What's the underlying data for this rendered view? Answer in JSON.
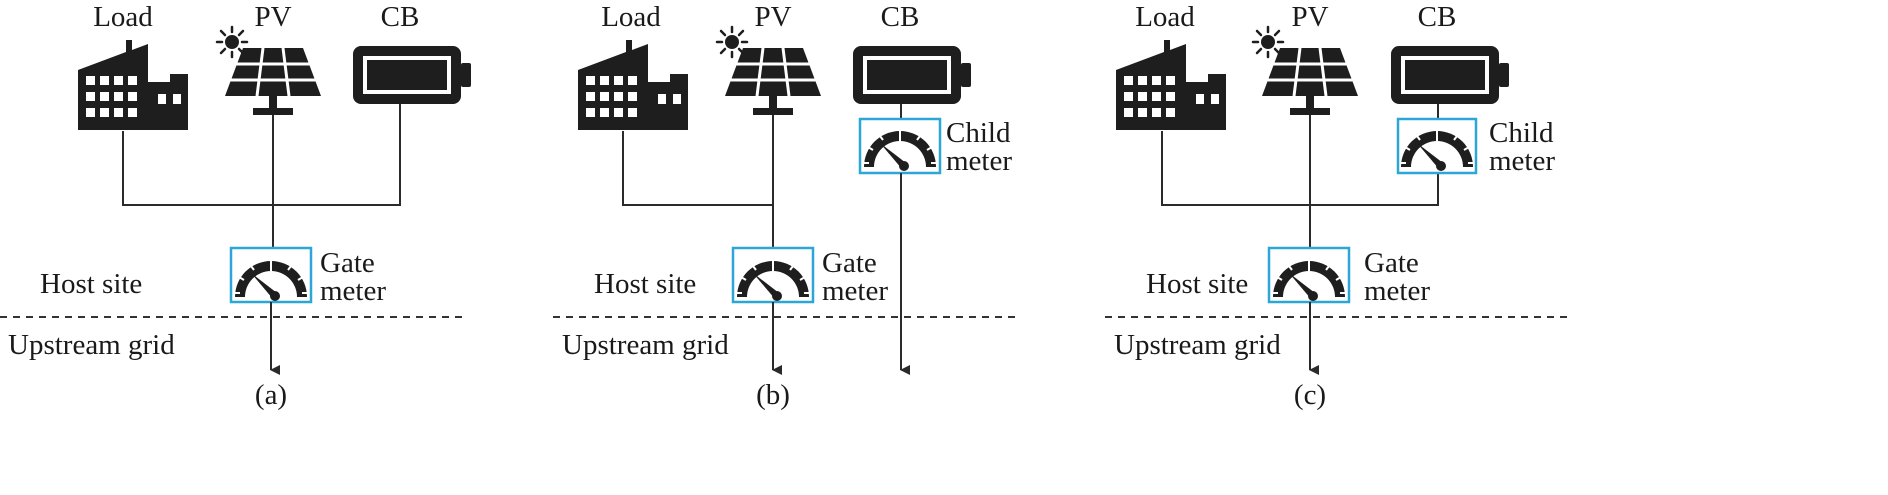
{
  "panels": [
    {
      "caption": "(a)",
      "load_label": "Load",
      "pv_label": "PV",
      "cb_label": "CB",
      "host_label": "Host site",
      "grid_label": "Upstream grid",
      "gate_meter": [
        "Gate",
        "meter"
      ]
    },
    {
      "caption": "(b)",
      "load_label": "Load",
      "pv_label": "PV",
      "cb_label": "CB",
      "host_label": "Host site",
      "grid_label": "Upstream grid",
      "gate_meter": [
        "Gate",
        "meter"
      ],
      "child_meter": [
        "Child",
        "meter"
      ]
    },
    {
      "caption": "(c)",
      "load_label": "Load",
      "pv_label": "PV",
      "cb_label": "CB",
      "host_label": "Host site",
      "grid_label": "Upstream grid",
      "gate_meter": [
        "Gate",
        "meter"
      ],
      "child_meter": [
        "Child",
        "meter"
      ]
    }
  ],
  "icons": [
    "building-icon",
    "solar-panel-icon",
    "sun-icon",
    "battery-icon",
    "meter-gauge-icon"
  ],
  "colors": {
    "meter_border": "#2aa7d6",
    "ink": "#1e1e1e"
  }
}
